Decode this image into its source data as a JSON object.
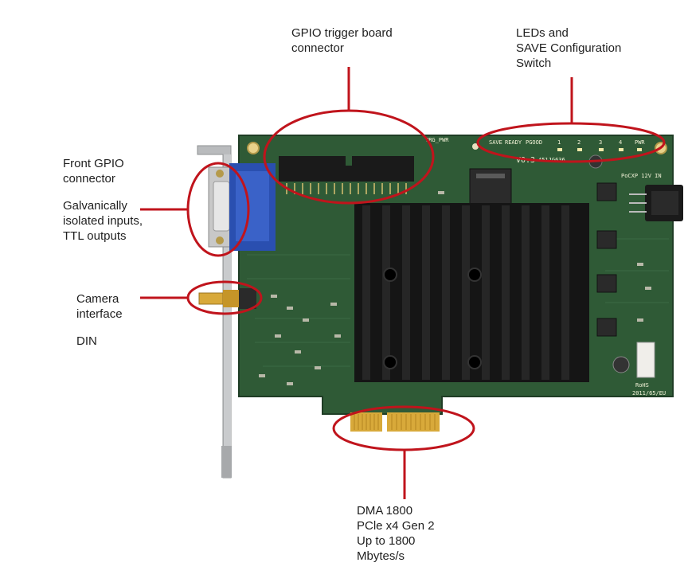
{
  "callouts": {
    "gpio_trigger": {
      "line1": "GPIO trigger board",
      "line2": "connector"
    },
    "leds": {
      "line1": "LEDs and",
      "line2": "SAVE Configuration",
      "line3": "Switch"
    },
    "front_gpio": {
      "line1": "Front GPIO",
      "line2": "connector",
      "line3": "Galvanically",
      "line4": "isolated inputs,",
      "line5": "TTL outputs"
    },
    "camera": {
      "line1": "Camera",
      "line2": "interface",
      "line3": "DIN"
    },
    "pcie": {
      "line1": "DMA 1800",
      "line2": "PCle x4 Gen 2",
      "line3": "Up to 1800",
      "line4": "Mbytes/s"
    }
  },
  "board_silkscreen": {
    "trg_pwr": "TRG_PWR",
    "led_labels": [
      "SAVE",
      "READY",
      "PGOOD",
      "1",
      "2",
      "3",
      "4",
      "PWR"
    ],
    "version": "V0.3",
    "serial": "451JG636",
    "power_label": "PoCXP 12V IN",
    "rohs": "RoHS",
    "rohs_code": "2011/65/EU"
  },
  "colors": {
    "pcb": "#2f5a36",
    "heatsink": "#151515",
    "callout_red": "#c0141c",
    "gold": "#d8a93a",
    "connector_blue": "#2a4fb0"
  }
}
